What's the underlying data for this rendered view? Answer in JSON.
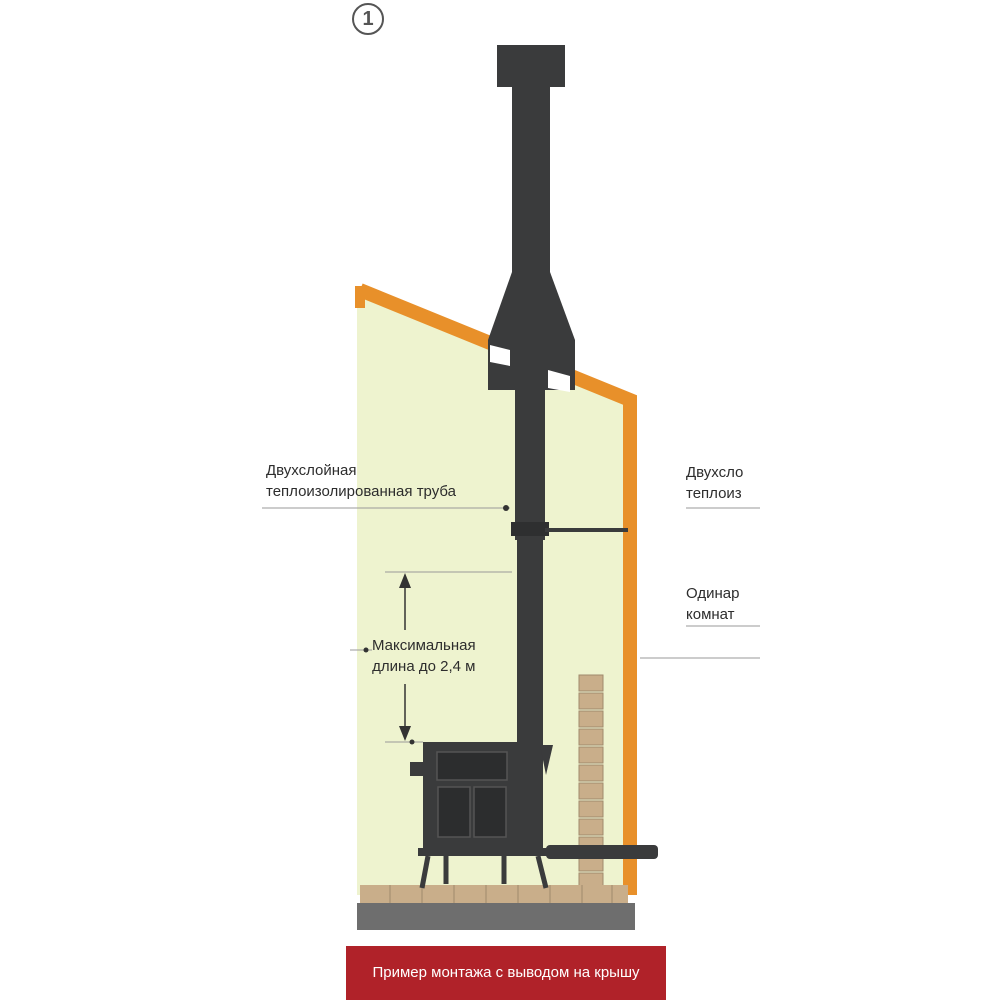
{
  "step_number": "1",
  "labels": {
    "pipe_line1": "Двухслойная",
    "pipe_line2": "теплоизолированная труба",
    "length_line1": "Максимальная",
    "length_line2": "длина до 2,4 м",
    "right_pipe_line1": "Двухсло",
    "right_pipe_line2": "теплоиз",
    "right_single_line1": "Одинар",
    "right_single_line2": "комнат"
  },
  "caption": "Пример монтажа с выводом на крышу",
  "colors": {
    "wall": "#eef3cf",
    "roof_frame": "#e8902a",
    "pipe": "#3a3b3c",
    "brick": "#c9ae8a",
    "floor": "#6e6e6e",
    "banner": "#b02229"
  }
}
